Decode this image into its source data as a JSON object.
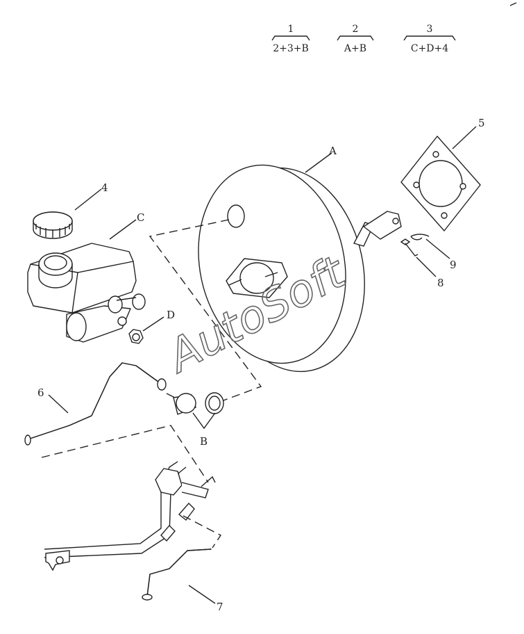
{
  "kits": [
    {
      "number": "1",
      "contents": "2+3+B"
    },
    {
      "number": "2",
      "contents": "A+B"
    },
    {
      "number": "3",
      "contents": "C+D+4"
    }
  ],
  "callouts": {
    "A": "A",
    "B": "B",
    "C": "C",
    "D": "D",
    "n4": "4",
    "n5": "5",
    "n6": "6",
    "n7": "7",
    "n8": "8",
    "n9": "9"
  },
  "watermark": "AutoSoft"
}
